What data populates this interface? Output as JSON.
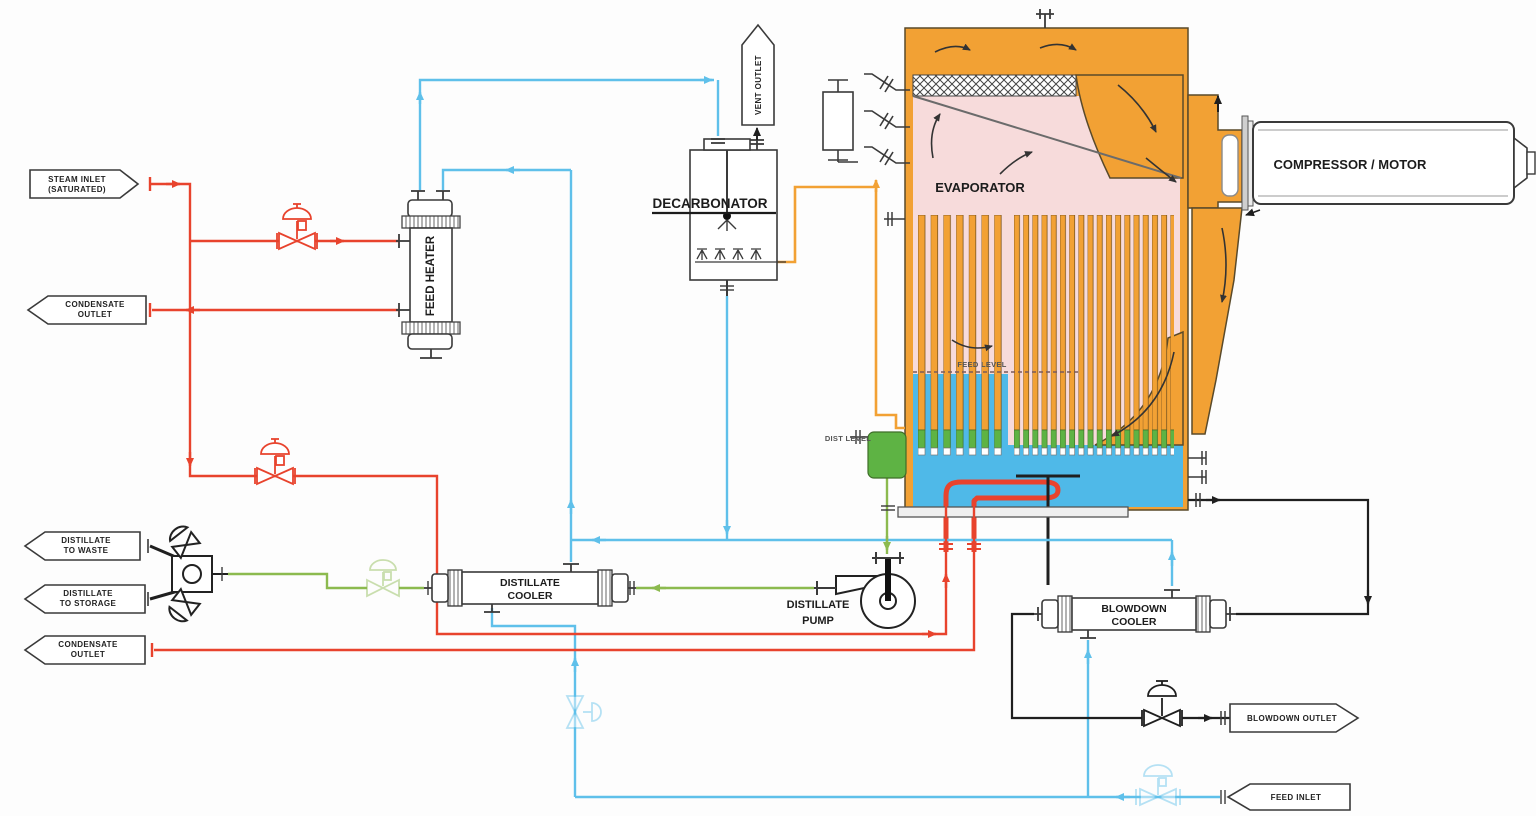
{
  "diagram": {
    "title": "Vapor compression evaporator process flow diagram",
    "tags": {
      "steam_inlet": {
        "line1": "STEAM INLET",
        "line2": "(SATURATED)"
      },
      "condensate_outlet_top": {
        "line1": "CONDENSATE",
        "line2": "OUTLET"
      },
      "distillate_to_waste": {
        "line1": "DISTILLATE",
        "line2": "TO WASTE"
      },
      "distillate_to_storage": {
        "line1": "DISTILLATE",
        "line2": "TO STORAGE"
      },
      "condensate_outlet_bottom": {
        "line1": "CONDENSATE",
        "line2": "OUTLET"
      },
      "blowdown_outlet": {
        "label": "BLOWDOWN OUTLET"
      },
      "feed_inlet": {
        "label": "FEED INLET"
      },
      "vent_outlet": {
        "label": "VENT OUTLET"
      }
    },
    "equipment": {
      "feed_heater": {
        "label": "FEED HEATER"
      },
      "decarbonator": {
        "label": "DECARBONATOR"
      },
      "evaporator": {
        "label": "EVAPORATOR"
      },
      "compressor": {
        "label": "COMPRESSOR / MOTOR"
      },
      "distillate_cooler": {
        "line1": "DISTILLATE",
        "line2": "COOLER"
      },
      "distillate_pump": {
        "line1": "DISTILLATE",
        "line2": "PUMP"
      },
      "blowdown_cooler": {
        "line1": "BLOWDOWN",
        "line2": "COOLER"
      }
    },
    "annotations": {
      "feed_level": "FEED LEVEL",
      "dist_level": "DIST LEVEL"
    },
    "colors": {
      "steam_red": "#E8432D",
      "feed_blue": "#5FC0EA",
      "distillate_green": "#8CBA4F",
      "vapor_orange": "#F2A134",
      "blowdown_black": "#1F1F1F",
      "shell_pink": "#F7DBDB",
      "brine_blue": "#4FB9E8",
      "tube_green": "#5EB344"
    }
  }
}
